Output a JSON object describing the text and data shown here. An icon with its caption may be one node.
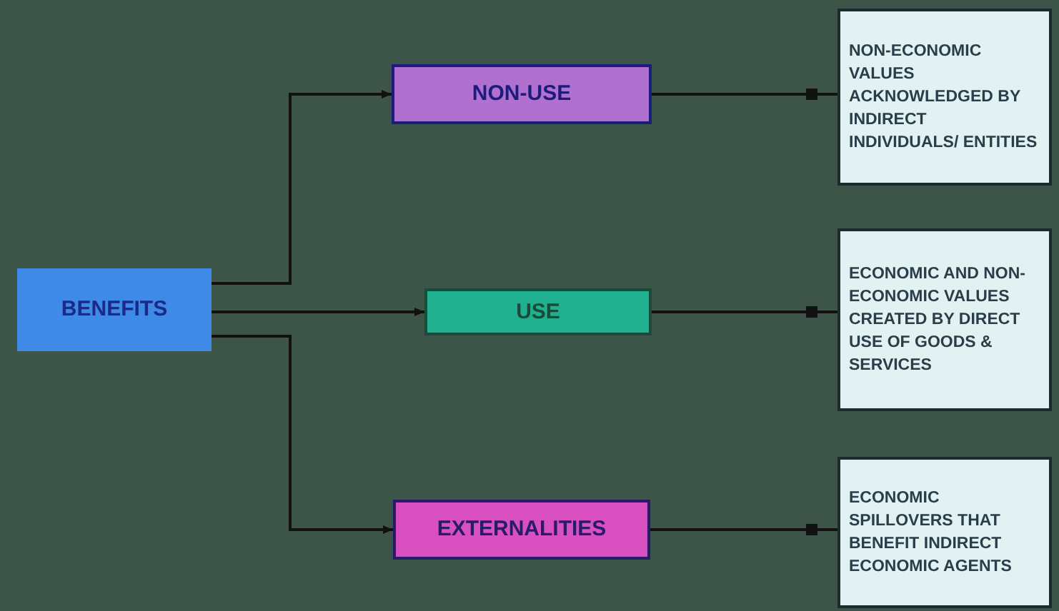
{
  "diagram": {
    "nodes": [
      {
        "text": [
          "BENEFITS"
        ]
      },
      {
        "text": [
          "NON-USE"
        ]
      },
      {
        "text": [
          "USE"
        ]
      },
      {
        "text": [
          "EXTERNALITIES"
        ]
      },
      {
        "text": [
          "NON-ECONOMIC VALUES ACKNOWLEDGED BY INDIRECT INDIVIDUALS/ ENTITIES"
        ]
      },
      {
        "text": [
          "ECONOMIC AND NON-ECONOMIC VALUES CREATED BY DIRECT USE OF GOODS & SERVICES"
        ]
      },
      {
        "text": [
          "ECONOMIC SPILLOVERS THAT BENEFIT INDIRECT ECONOMIC AGENTS"
        ]
      }
    ],
    "edges": [
      {
        "from": 0,
        "to": 1,
        "arrow": "to"
      },
      {
        "from": 0,
        "to": 2,
        "arrow": "to"
      },
      {
        "from": 0,
        "to": 3,
        "arrow": "to"
      },
      {
        "from": 1,
        "to": 4,
        "arrow": "other"
      },
      {
        "from": 2,
        "to": 5,
        "arrow": "other"
      },
      {
        "from": 3,
        "to": 6,
        "arrow": "other"
      }
    ]
  }
}
